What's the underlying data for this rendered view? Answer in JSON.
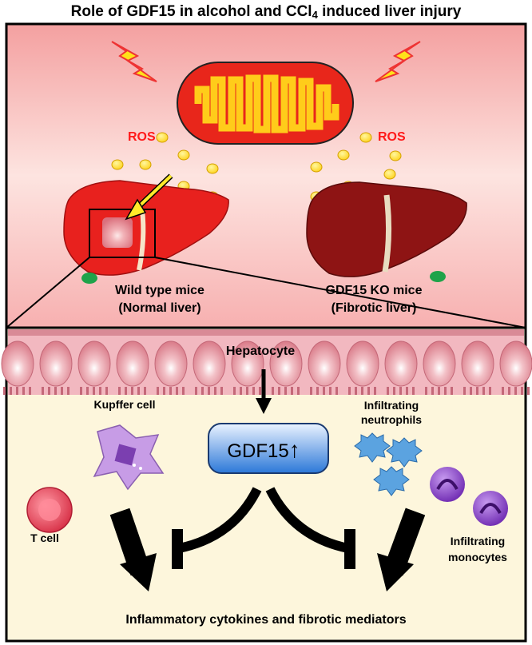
{
  "title": {
    "main": "Role of GDF15 in alcohol and CCl",
    "sub": "4",
    "end": " induced liver injury"
  },
  "top_panel": {
    "ros_left": "ROS",
    "ros_right": "ROS",
    "wt_line1": "Wild type mice",
    "wt_line2": "(Normal liver)",
    "ko_line1": "GDF15 KO mice",
    "ko_line2": "(Fibrotic liver)"
  },
  "bottom_panel": {
    "hepatocyte": "Hepatocyte",
    "kupffer": "Kupffer cell",
    "neutrophils_line1": "Infiltrating",
    "neutrophils_line2": "neutrophils",
    "tcell": "T cell",
    "monocytes_line1": "Infiltrating",
    "monocytes_line2": "monocytes",
    "gdf15": "GDF15",
    "gdf15_arrow": "↑",
    "outcome": "Inflammatory cytokines and fibrotic mediators"
  },
  "colors": {
    "top_bg": "#f7b8b8",
    "bottom_bg": "#fdf6dc",
    "wt_liver": "#e8211e",
    "ko_liver": "#8e1414",
    "ros_dot": "#ffe033",
    "ros_text": "#ff1a1a",
    "mito_outer": "#e8261b",
    "mito_inner": "#ffcc1a",
    "gdf15_box": "#2c78d8",
    "kupffer": "#c79ce6",
    "neutrophil": "#5ba3e0",
    "monocyte": "#8a3fc9",
    "tcell": "#e8475c"
  }
}
